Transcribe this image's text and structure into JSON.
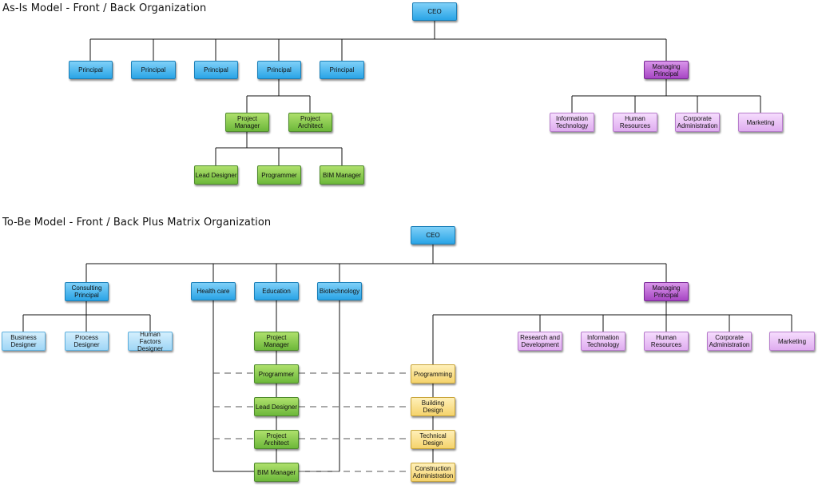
{
  "asis": {
    "title": "As-Is Model - Front / Back Organization",
    "ceo": "CEO",
    "principals": [
      "Principal",
      "Principal",
      "Principal",
      "Principal",
      "Principal"
    ],
    "managing_principal": "Managing Principal",
    "project_manager": "Project Manager",
    "project_architect": "Project Architect",
    "lead_designer": "Lead Designer",
    "programmer": "Programmer",
    "bim_manager": "BIM Manager",
    "back_office": [
      "Information Technology",
      "Human Resources",
      "Corporate Administration",
      "Marketing"
    ]
  },
  "tobe": {
    "title": "To-Be Model - Front / Back Plus Matrix Organization",
    "ceo": "CEO",
    "consulting_principal": "Consulting Principal",
    "health_care": "Health care",
    "education": "Education",
    "biotechnology": "Biotechnology",
    "managing_principal": "Managing Principal",
    "consulting_staff": [
      "Business Designer",
      "Process Designer",
      "Human Factors Designer"
    ],
    "education_staff": [
      "Project Manager",
      "Programmer",
      "Lead Designer",
      "Project Architect",
      "BIM Manager"
    ],
    "back_office": [
      "Research and Development",
      "Information Technology",
      "Human Resources",
      "Corporate Administration",
      "Marketing"
    ],
    "matrix_functions": [
      "Programming",
      "Building Design",
      "Technical Design",
      "Construction Administration"
    ]
  }
}
